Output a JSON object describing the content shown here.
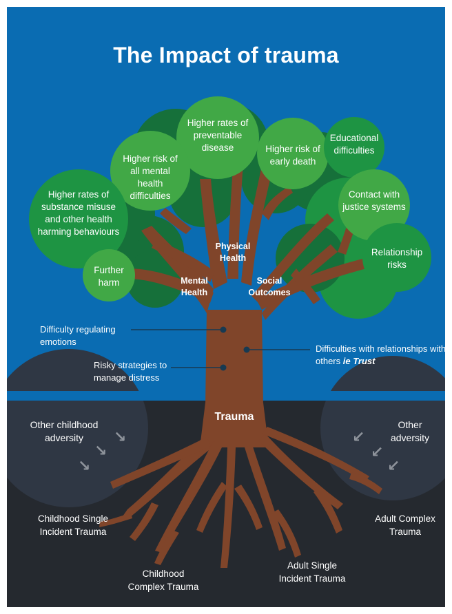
{
  "title": "The Impact of trauma",
  "outcomes": [
    "Higher rates of preventable disease",
    "Higher risk of all mental health difficulties",
    "Higher risk of early death",
    "Educational difficulties",
    "Higher rates of substance misuse and other health harming behaviours",
    "Contact with justice systems",
    "Relationship risks",
    "Further harm"
  ],
  "branches": [
    "Physical Health",
    "Mental Health",
    "Social Outcomes"
  ],
  "trunk_notes": [
    "Difficulty regulating emotions",
    "Risky strategies to manage distress",
    "Difficulties with relationships with others",
    "ie Trust"
  ],
  "root_label": "Trauma",
  "adversity": [
    "Other childhood adversity",
    "Other adversity"
  ],
  "roots": [
    "Childhood Single Incident Trauma",
    "Adult Complex Trauma",
    "Adult Single Incident Trauma",
    "Childhood Complex Trauma"
  ],
  "colors": {
    "sky": "#0a6cb2",
    "ground": "#25292f",
    "wood": "#80452a",
    "leaf_light": "#41a846",
    "leaf_mid": "#1e9443",
    "leaf_dark": "#16703a"
  }
}
